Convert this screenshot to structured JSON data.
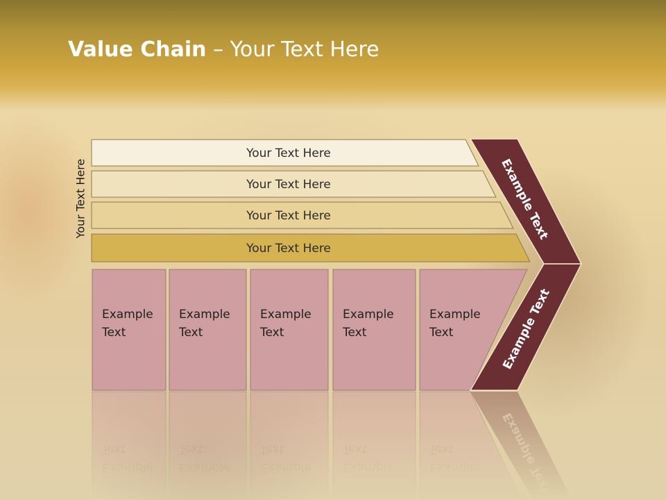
{
  "title": {
    "bold": "Value Chain",
    "rest": " – Your Text Here"
  },
  "side_label": "Your Text Here",
  "bars": [
    {
      "label": "Your Text Here",
      "color": "#f7f0de"
    },
    {
      "label": "Your Text Here",
      "color": "#f0e2bd"
    },
    {
      "label": "Your Text Here",
      "color": "#e8d297"
    },
    {
      "label": "Your Text Here",
      "color": "#d6b352"
    }
  ],
  "boxes": [
    {
      "line1": "Example",
      "line2": "Text"
    },
    {
      "line1": "Example",
      "line2": "Text"
    },
    {
      "line1": "Example",
      "line2": "Text"
    },
    {
      "line1": "Example",
      "line2": "Text"
    },
    {
      "line1": "Example",
      "line2": "Text"
    }
  ],
  "chevrons": {
    "upper_label": "Example Text",
    "lower_label": "Example Text"
  },
  "colors": {
    "header": "#cfa53f",
    "box": "#cf9ea0",
    "chevron": "#6b2e33"
  }
}
